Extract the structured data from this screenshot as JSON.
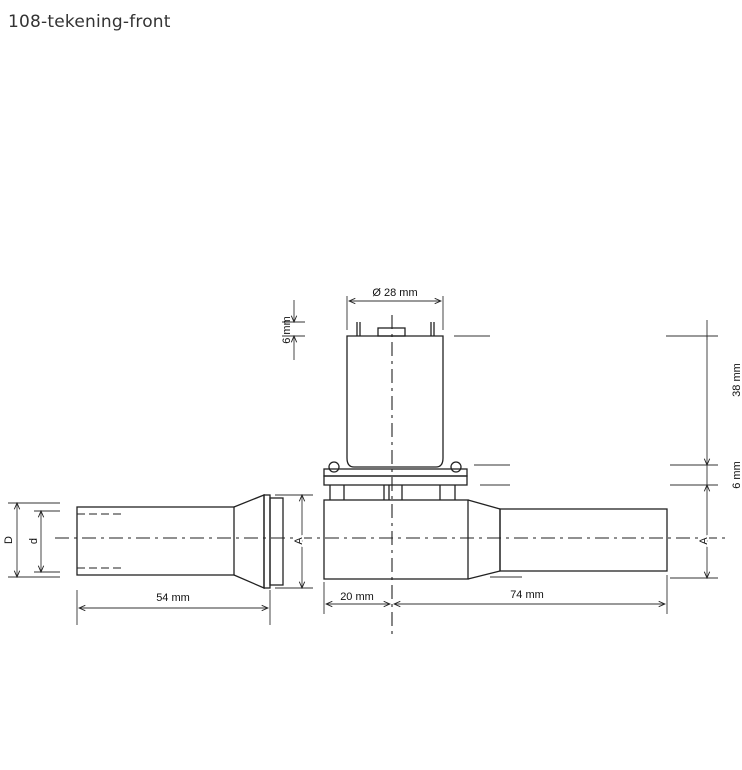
{
  "title": "108-tekening-front",
  "drawing": {
    "labels": {
      "diameter_top": "Ø 28 mm",
      "pin_height": "6 mm",
      "coil_height": "38 mm",
      "flange_height": "6 mm",
      "left_length": "54 mm",
      "body_half": "20 mm",
      "right_length": "74 mm",
      "outer_diameter": "D",
      "inner_diameter": "d",
      "section_left": "A",
      "section_right": "A"
    }
  }
}
